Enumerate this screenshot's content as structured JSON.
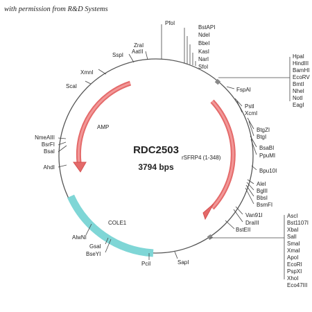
{
  "attribution": "with permission from R&D Systems",
  "plasmid": {
    "name": "RDC2503",
    "size": "3794 bps"
  },
  "features": {
    "amp": "AMP",
    "insert": "rSFRP4 (1-348)",
    "ori": "COLE1"
  },
  "sites": {
    "pfol": "PfoI",
    "zral": "ZraI",
    "aatll": "AatII",
    "sspl": "SspI",
    "xmnl": "XmnI",
    "scal": "ScaI",
    "nmeaiii": "NmeAIII",
    "bsrfl": "BsrFI",
    "bsal": "BsaI",
    "ahdl": "AhdI",
    "alwnl": "AlwNI",
    "gsal": "GsaI",
    "bseyl": "BseYI",
    "pcil": "PciI",
    "sapl": "SapI",
    "top_cluster": [
      "BstAPI",
      "NdeI",
      "BbeI",
      "KasI",
      "NarI",
      "SfoI"
    ],
    "mcs1": [
      "HpaI",
      "HindIII",
      "BamHI",
      "EcoRV",
      "BmtI",
      "NheI",
      "NotI",
      "EagI"
    ],
    "fspal": "FspAI",
    "pstl": "PstI",
    "xcml": "XcmI",
    "btg_cluster": [
      "BtgZI",
      "BtgI"
    ],
    "bsa_cluster": [
      "BsaBI",
      "PpuMI"
    ],
    "bpu10l": "Bpu10I",
    "ale_cluster": [
      "AleI",
      "BglII",
      "BbsI",
      "BsmFI"
    ],
    "van_cluster": [
      "Van91I",
      "DraIII"
    ],
    "bstell": "BstEII",
    "mcs2": [
      "AscI",
      "Bst1107I",
      "XbaI",
      "SalI",
      "SmaI",
      "XmaI",
      "ApoI",
      "EcoRI",
      "PspXI",
      "XhoI",
      "Eco47III"
    ]
  }
}
